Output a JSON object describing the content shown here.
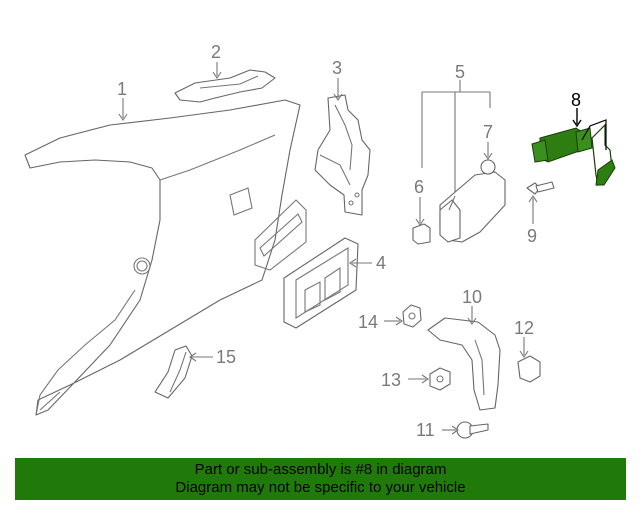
{
  "diagram": {
    "callouts": [
      "1",
      "2",
      "3",
      "4",
      "5",
      "6",
      "7",
      "8",
      "9",
      "10",
      "11",
      "12",
      "13",
      "14",
      "15"
    ],
    "highlighted_callout": "8"
  },
  "colors": {
    "highlight_part": "#2e7d12",
    "banner_bg": "#1f7a09",
    "line": "#777777",
    "label": "#7a7a7a"
  },
  "banner": {
    "line1": "Part or sub-assembly is #8 in diagram",
    "line2": "Diagram may not be specific to your vehicle"
  }
}
